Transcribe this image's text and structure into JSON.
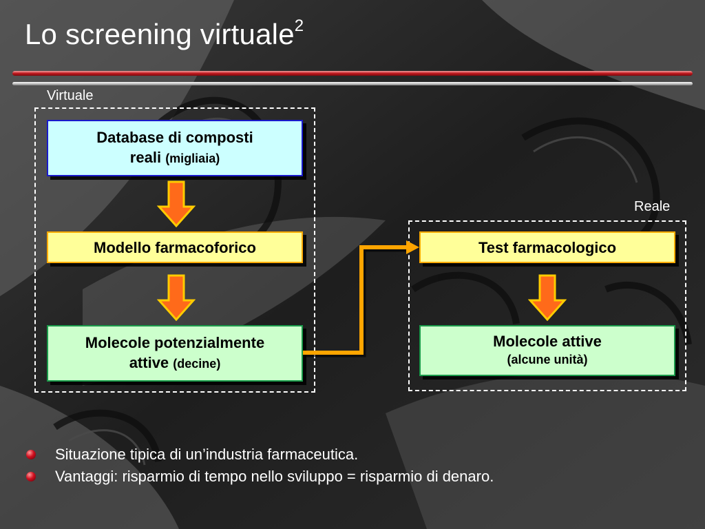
{
  "slide": {
    "title": "Lo screening virtuale",
    "title_superscript": "2"
  },
  "regions": {
    "virtual_label": "Virtuale",
    "real_label": "Reale"
  },
  "boxes": {
    "database": {
      "main_line1": "Database di composti",
      "main_line2": "reali",
      "note": "(migliaia)"
    },
    "pharmacophore": {
      "label": "Modello farmacoforico"
    },
    "potential": {
      "main_line1": "Molecole potenzialmente",
      "main_line2": "attive",
      "note": "(decine)"
    },
    "test": {
      "label": "Test farmacologico"
    },
    "active": {
      "label": "Molecole attive",
      "note": "(alcune unità)"
    }
  },
  "bullets": [
    "Situazione tipica di un’industria farmaceutica.",
    "Vantaggi: risparmio di tempo nello sviluppo = risparmio di denaro."
  ],
  "colors": {
    "arrow_fill": "#ff6a1a",
    "arrow_outline": "#ffcc00",
    "connector": "#ffa500",
    "title_rule": "#c0181e"
  }
}
